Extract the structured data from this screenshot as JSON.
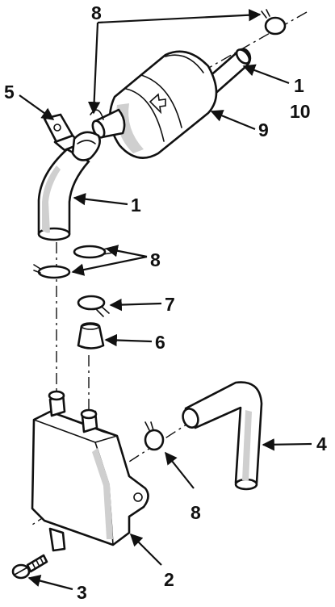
{
  "callouts": [
    {
      "id": "c1-top",
      "text": "1"
    },
    {
      "id": "c10",
      "text": "10"
    },
    {
      "id": "c8-top",
      "text": "8"
    },
    {
      "id": "c5",
      "text": "5"
    },
    {
      "id": "c9",
      "text": "9"
    },
    {
      "id": "c1-mid",
      "text": "1"
    },
    {
      "id": "c8-mid",
      "text": "8"
    },
    {
      "id": "c7",
      "text": "7"
    },
    {
      "id": "c6",
      "text": "6"
    },
    {
      "id": "c4",
      "text": "4"
    },
    {
      "id": "c8-low",
      "text": "8"
    },
    {
      "id": "c2",
      "text": "2"
    },
    {
      "id": "c3",
      "text": "3"
    }
  ]
}
